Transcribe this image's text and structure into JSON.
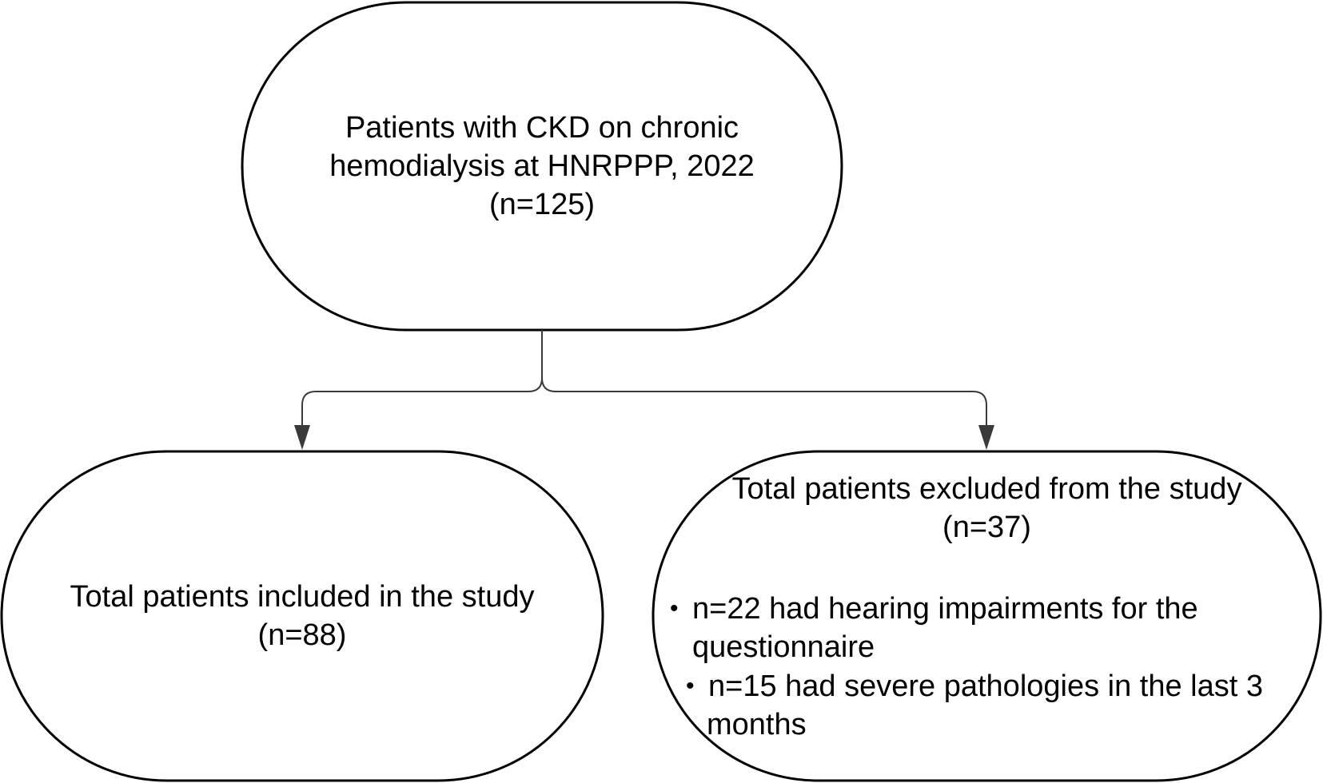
{
  "nodes": {
    "top": {
      "lines": [
        "Patients with CKD on chronic",
        "hemodialysis at HNRPPP, 2022",
        "(n=125)"
      ]
    },
    "included": {
      "lines": [
        "Total patients included in the study",
        "(n=88)"
      ]
    },
    "excluded": {
      "lines": [
        "Total patients excluded from the study",
        "(n=37)"
      ],
      "bullets": [
        {
          "lines": [
            "n=22 had hearing impairments for the",
            "questionnaire"
          ]
        },
        {
          "lines": [
            "n=15 had severe pathologies in the last 3",
            "months"
          ]
        }
      ]
    }
  },
  "edges": [
    {
      "from": "top",
      "to": "included"
    },
    {
      "from": "top",
      "to": "excluded"
    }
  ],
  "colors": {
    "stroke": "#000000",
    "connector": "#3a3a3a",
    "background": "#ffffff"
  }
}
